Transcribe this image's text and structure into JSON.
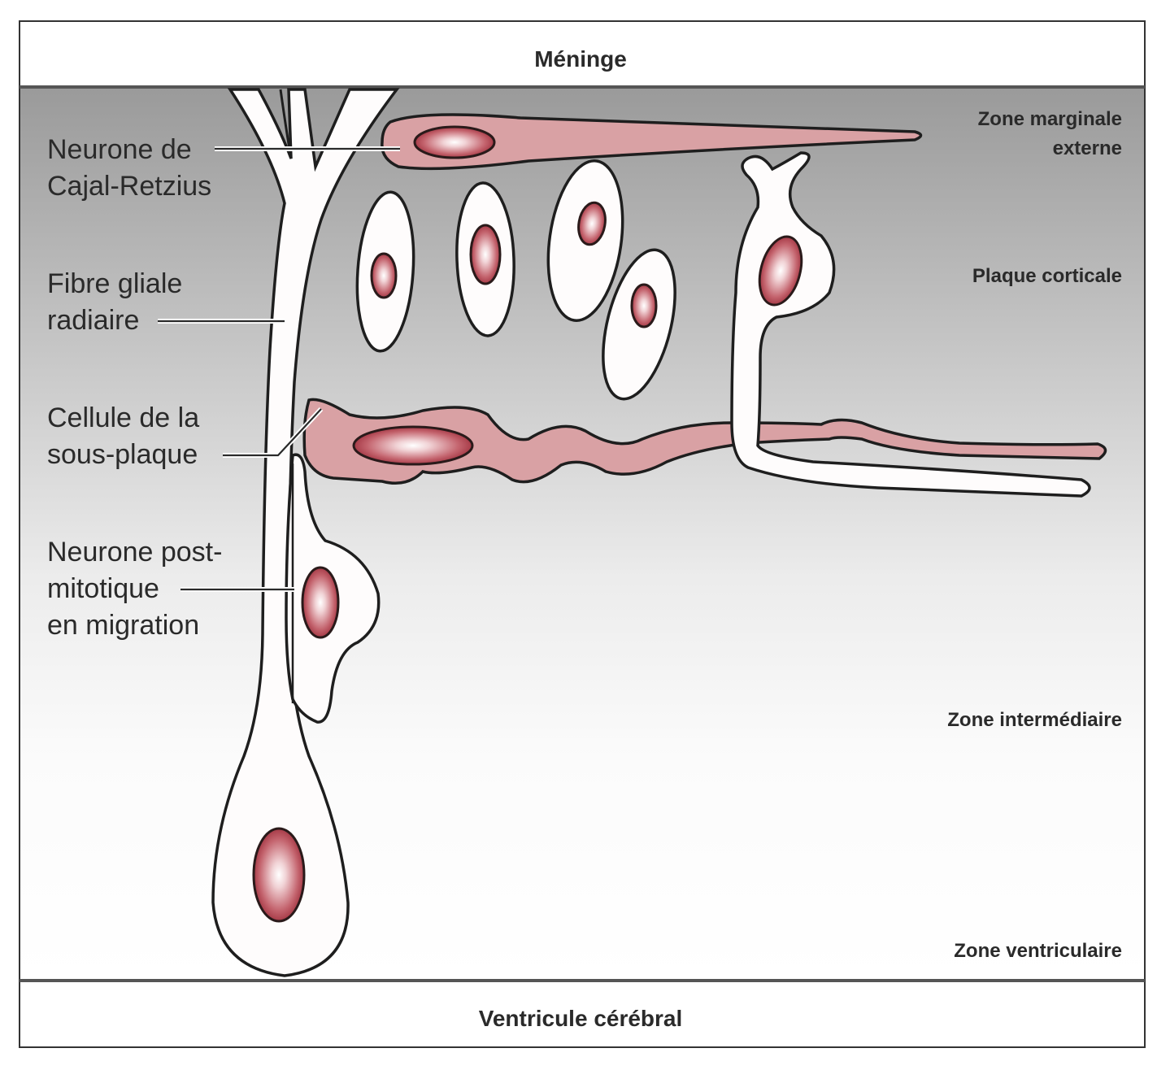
{
  "diagram": {
    "top_band_label": "Méninge",
    "bottom_band_label": "Ventricule cérébral",
    "zones": {
      "marginal_line1": "Zone marginale",
      "marginal_line2": "externe",
      "cortical_plate": "Plaque corticale",
      "intermediate": "Zone intermédiaire",
      "ventricular": "Zone ventriculaire"
    },
    "callouts": {
      "cajal_retzius": [
        "Neurone de",
        "Cajal-Retzius"
      ],
      "radial_glia": [
        "Fibre gliale",
        "radiaire"
      ],
      "subplate": [
        "Cellule de la",
        "sous-plaque"
      ],
      "migrating_neuron": [
        "Neurone post-",
        "mitotique",
        "en migration"
      ]
    },
    "colors": {
      "cell_pink": "#d9a1a4",
      "nucleus_dark": "#9e2a35",
      "background_gray_top": "#9c9c9c",
      "background_white": "#ffffff"
    }
  }
}
